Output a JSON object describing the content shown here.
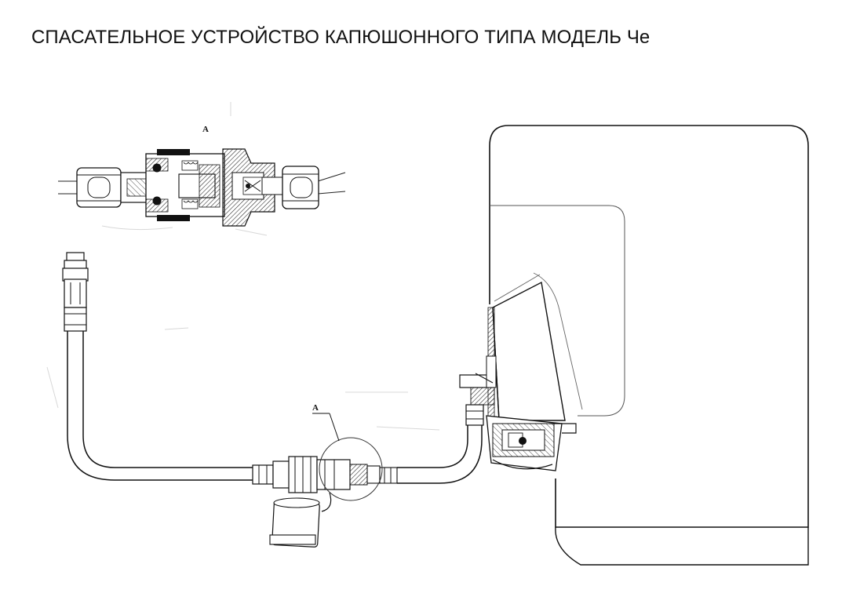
{
  "title": "СПАСАТЕЛЬНОЕ УСТРОЙСТВО КАПЮШОННОГО ТИПА  МОДЕЛЬ Че",
  "labels": {
    "detail_top": "А",
    "detail_callout": "А"
  }
}
